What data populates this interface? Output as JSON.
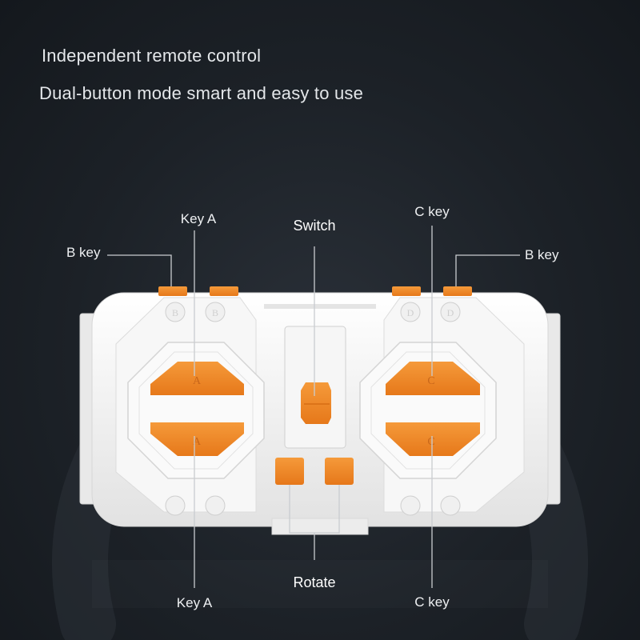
{
  "headings": {
    "line1": "Independent remote control",
    "line2": "Dual-button mode smart and easy to use"
  },
  "labels": {
    "key_a_top": "Key A",
    "b_key_left": "B key",
    "switch": "Switch",
    "c_key_top": "C key",
    "b_key_right": "B key",
    "rotate": "Rotate",
    "key_a_bottom": "Key A",
    "c_key_bottom": "C key"
  },
  "button_letters": {
    "a": "A",
    "b": "B",
    "c": "C",
    "d": "D"
  },
  "colors": {
    "background": "#1c2127",
    "body": "#f3f3f3",
    "accent": "#f08a24",
    "text": "#ffffff"
  }
}
